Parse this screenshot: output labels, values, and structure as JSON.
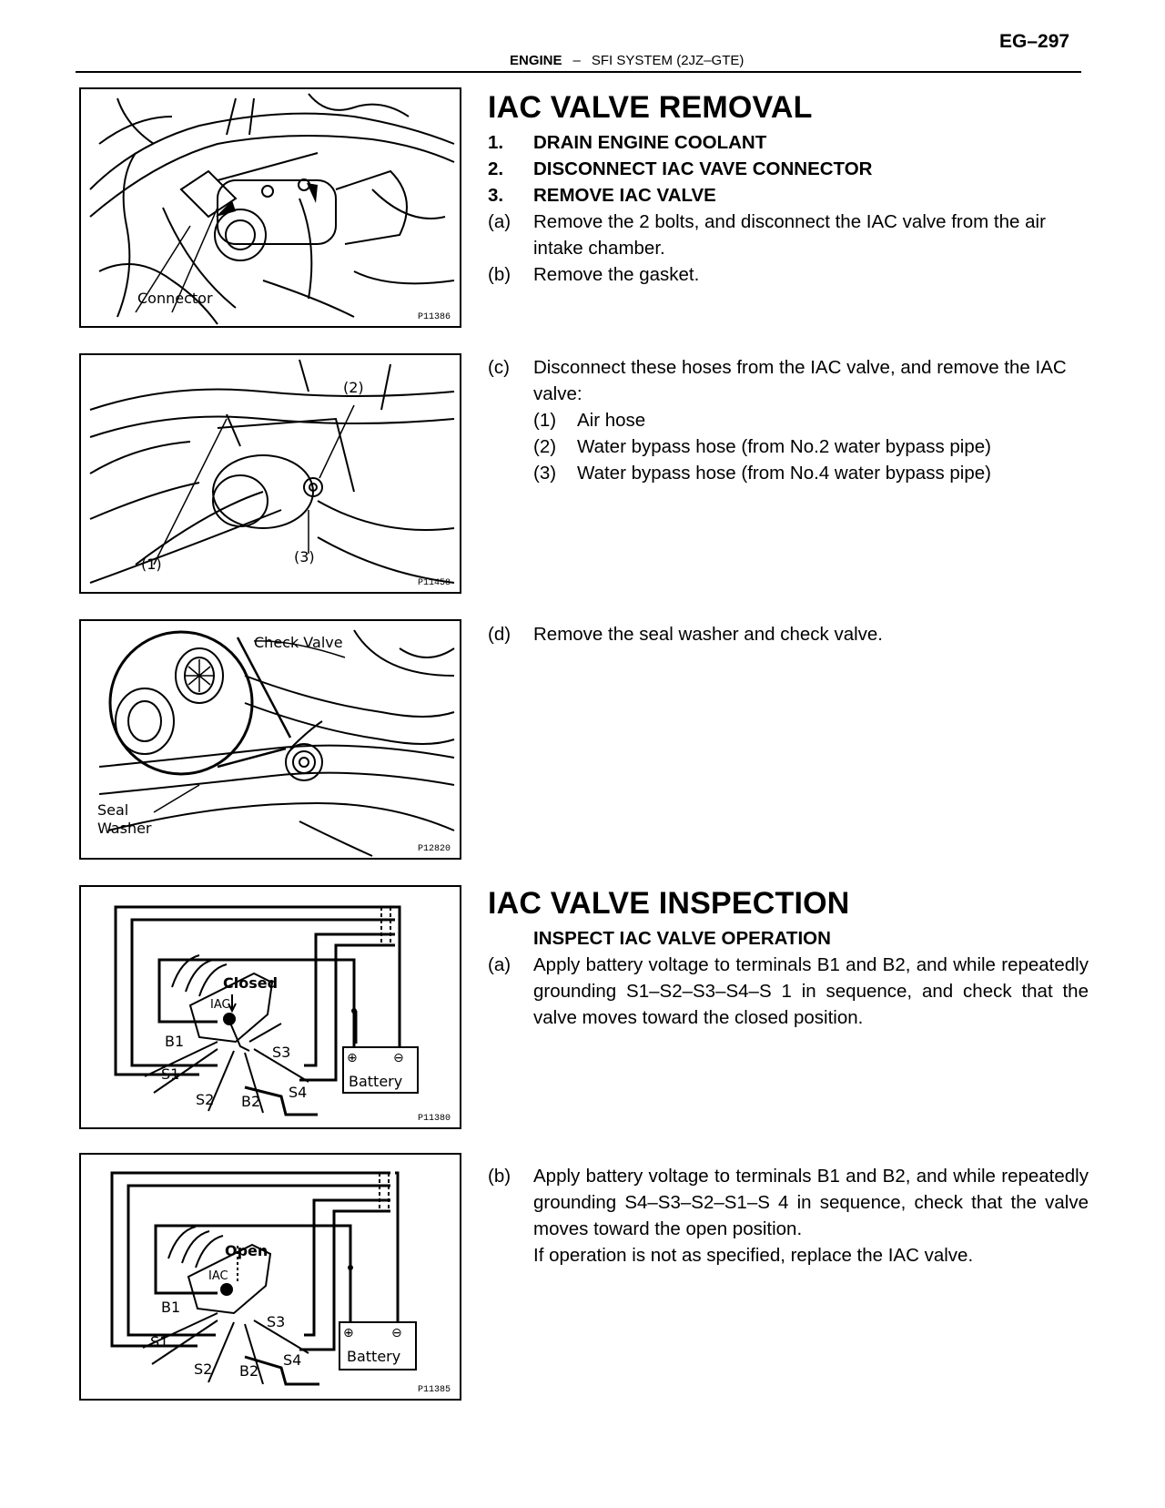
{
  "header": {
    "page_number": "EG–297",
    "section": "ENGINE",
    "separator": "–",
    "subsection": "SFI SYSTEM (2JZ–GTE)"
  },
  "figures": [
    {
      "code": "P11386",
      "labels": {
        "connector": "Connector"
      }
    },
    {
      "code": "P11458",
      "labels": {
        "l1": "(1)",
        "l2": "(2)",
        "l3": "(3)"
      }
    },
    {
      "code": "P12820",
      "labels": {
        "check_valve": "Check Valve",
        "seal": "Seal",
        "washer": "Washer"
      }
    },
    {
      "code": "P11380",
      "labels": {
        "state": "Closed",
        "valve": "IAC",
        "b1": "B1",
        "s1": "S1",
        "s2": "S2",
        "b2": "B2",
        "s3": "S3",
        "s4": "S4",
        "battery": "Battery",
        "plus": "⊕",
        "minus": "⊖"
      }
    },
    {
      "code": "P11385",
      "labels": {
        "state": "Open",
        "valve": "IAC",
        "b1": "B1",
        "s1": "S1",
        "s2": "S2",
        "b2": "B2",
        "s3": "S3",
        "s4": "S4",
        "battery": "Battery",
        "plus": "⊕",
        "minus": "⊖"
      }
    }
  ],
  "removal": {
    "title": "IAC VALVE REMOVAL",
    "steps": [
      {
        "num": "1.",
        "text": "DRAIN ENGINE COOLANT"
      },
      {
        "num": "2.",
        "text": "DISCONNECT IAC VAVE CONNECTOR"
      },
      {
        "num": "3.",
        "text": "REMOVE IAC VALVE"
      }
    ],
    "a": {
      "num": "(a)",
      "text": "Remove the 2 bolts, and disconnect the IAC valve from the air intake chamber."
    },
    "b": {
      "num": "(b)",
      "text": "Remove the gasket."
    },
    "c": {
      "num": "(c)",
      "text": "Disconnect these hoses from the IAC valve, and remove the IAC valve:",
      "items": [
        {
          "num": "(1)",
          "text": "Air hose"
        },
        {
          "num": "(2)",
          "text": "Water bypass hose (from No.2 water bypass pipe)"
        },
        {
          "num": "(3)",
          "text": "Water bypass hose (from No.4 water bypass pipe)"
        }
      ]
    },
    "d": {
      "num": "(d)",
      "text": "Remove the seal washer and check valve."
    }
  },
  "inspection": {
    "title": "IAC VALVE INSPECTION",
    "subtitle": "INSPECT IAC VALVE OPERATION",
    "a": {
      "num": "(a)",
      "text": "Apply battery voltage to terminals B1 and B2, and while repeatedly grounding S1–S2–S3–S4–S 1 in sequence, and check that the valve moves toward the closed position."
    },
    "b": {
      "num": "(b)",
      "text": "Apply battery voltage to terminals B1 and B2, and while repeatedly grounding S4–S3–S2–S1–S 4 in sequence, check that the valve moves toward the open position."
    },
    "note": "If operation is not as specified, replace the IAC valve."
  }
}
